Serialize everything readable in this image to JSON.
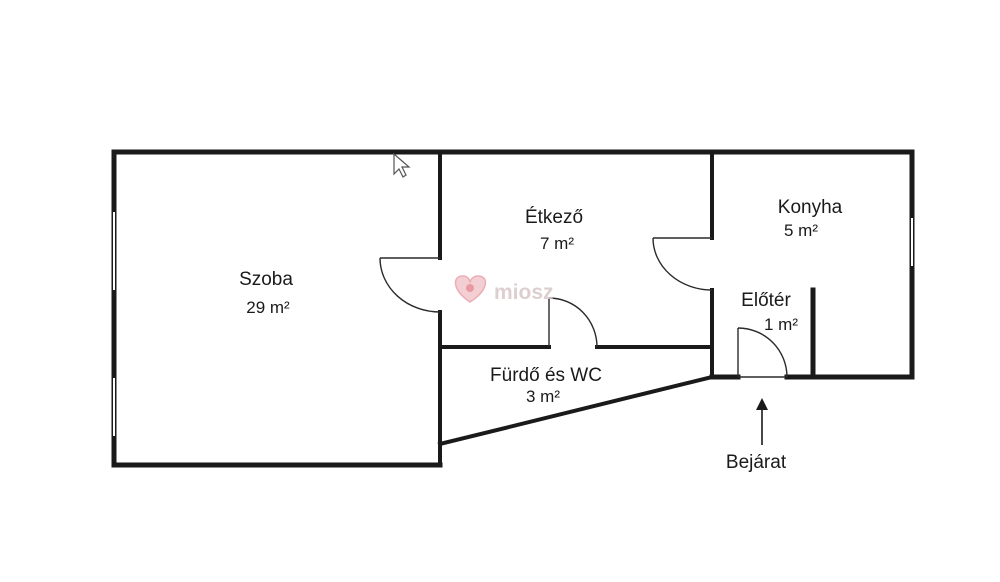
{
  "rooms": [
    {
      "id": "szoba",
      "name": "Szoba",
      "area": "29 m²"
    },
    {
      "id": "etkezo",
      "name": "Étkező",
      "area": "7 m²"
    },
    {
      "id": "konyha",
      "name": "Konyha",
      "area": "5 m²"
    },
    {
      "id": "eloter",
      "name": "Előtér",
      "area": "1 m²"
    },
    {
      "id": "furdo",
      "name": "Fürdő és WC",
      "area": "3 m²"
    }
  ],
  "entrance": {
    "label": "Bejárat"
  },
  "watermark": {
    "text": "miosz",
    "colors": {
      "heart": "#e8a0a8",
      "text": "#d8c7c7"
    }
  }
}
